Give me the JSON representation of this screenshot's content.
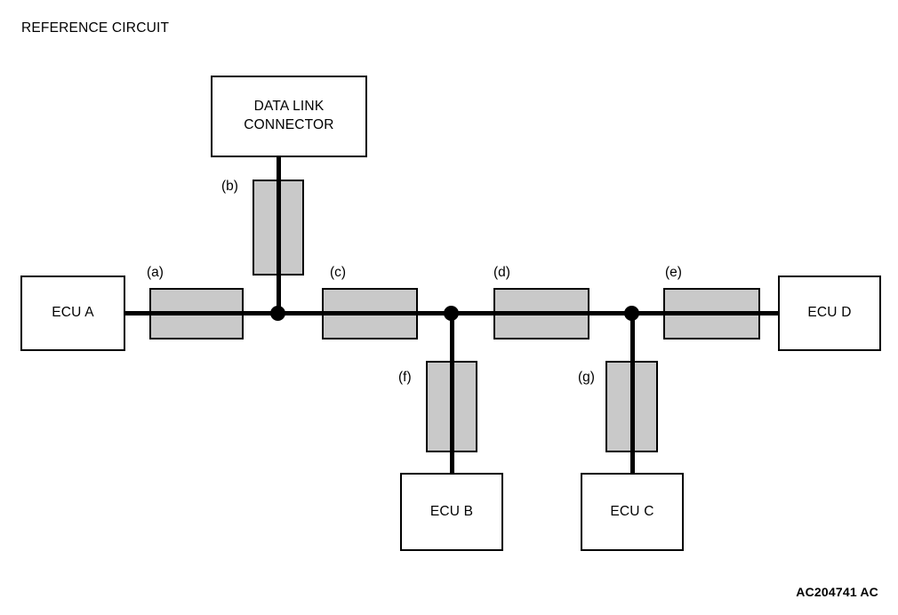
{
  "document": {
    "title": "REFERENCE CIRCUIT",
    "reference_code": "AC204741 AC"
  },
  "colors": {
    "background": "#ffffff",
    "line": "#000000",
    "connector_fill": "#c9c9c9",
    "box_fill": "#ffffff"
  },
  "diagram": {
    "type": "bus-network-schematic",
    "nodes": [
      {
        "id": "dlc",
        "label": "DATA LINK\nCONNECTOR",
        "shape": "rect"
      },
      {
        "id": "ecu_a",
        "label": "ECU A",
        "shape": "rect"
      },
      {
        "id": "ecu_b",
        "label": "ECU B",
        "shape": "rect"
      },
      {
        "id": "ecu_c",
        "label": "ECU C",
        "shape": "rect"
      },
      {
        "id": "ecu_d",
        "label": "ECU D",
        "shape": "rect"
      }
    ],
    "connectors": [
      {
        "id": "a",
        "label": "(a)",
        "orientation": "horizontal",
        "on_segment": "ecu_a-to-junction1"
      },
      {
        "id": "b",
        "label": "(b)",
        "orientation": "vertical",
        "on_segment": "dlc-to-junction1"
      },
      {
        "id": "c",
        "label": "(c)",
        "orientation": "horizontal",
        "on_segment": "junction1-to-junction2"
      },
      {
        "id": "d",
        "label": "(d)",
        "orientation": "horizontal",
        "on_segment": "junction2-to-junction3"
      },
      {
        "id": "e",
        "label": "(e)",
        "orientation": "horizontal",
        "on_segment": "junction3-to-ecu_d"
      },
      {
        "id": "f",
        "label": "(f)",
        "orientation": "vertical",
        "on_segment": "junction2-to-ecu_b"
      },
      {
        "id": "g",
        "label": "(g)",
        "orientation": "vertical",
        "on_segment": "junction3-to-ecu_c"
      }
    ],
    "junctions": [
      {
        "id": "junction1"
      },
      {
        "id": "junction2"
      },
      {
        "id": "junction3"
      }
    ]
  }
}
